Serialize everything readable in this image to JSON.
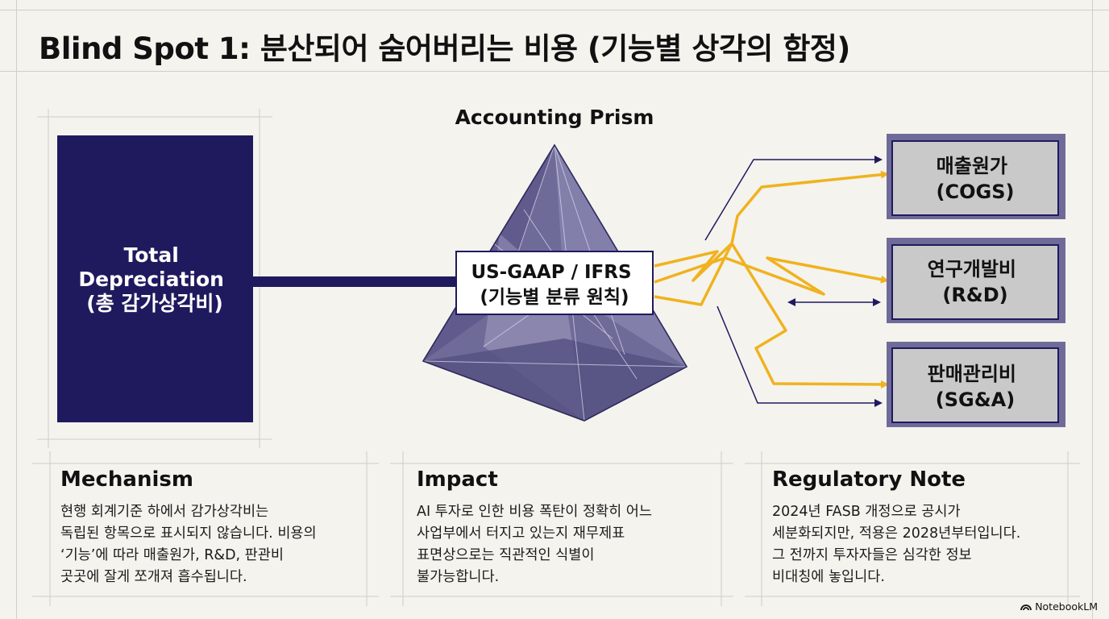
{
  "title": "Blind Spot 1: 분산되어 숨어버리는 비용 (기능별 상각의 함정)",
  "total_box": {
    "lines": [
      "Total",
      "Depreciation",
      "(총 감가상각비)"
    ]
  },
  "prism": {
    "heading": "Accounting Prism",
    "label_lines": [
      "US-GAAP / IFRS",
      "(기능별 분류 원칙)"
    ]
  },
  "targets": [
    {
      "lines": [
        "매출원가",
        "(COGS)"
      ]
    },
    {
      "lines": [
        "연구개발비",
        "(R&D)"
      ]
    },
    {
      "lines": [
        "판매관리비",
        "(SG&A)"
      ]
    }
  ],
  "panels": [
    {
      "heading": "Mechanism",
      "body": "현행 회계기준 하에서 감가상각비는\n독립된 항목으로 표시되지 않습니다. 비용의\n‘기능’에 따라 매출원가, R&D, 판관비\n곳곳에 잘게 쪼개져 흡수됩니다."
    },
    {
      "heading": "Impact",
      "body": "AI 투자로 인한 비용 폭탄이 정확히 어느\n사업부에서 터지고 있는지 재무제표\n표면상으로는 직관적인 식별이\n불가능합니다."
    },
    {
      "heading": "Regulatory Note",
      "body": "2024년 FASB 개정으로 공시가\n세분화되지만, 적용은 2028년부터입니다.\n그 전까지 투자자들은 심각한 정보\n비대칭에 놓입니다."
    }
  ],
  "brand": "NotebookLM",
  "colors": {
    "navy": "#1f1a5e",
    "gold": "#f0b21e",
    "prism": "#6f6b99",
    "box_fill": "#c9c9c9"
  }
}
